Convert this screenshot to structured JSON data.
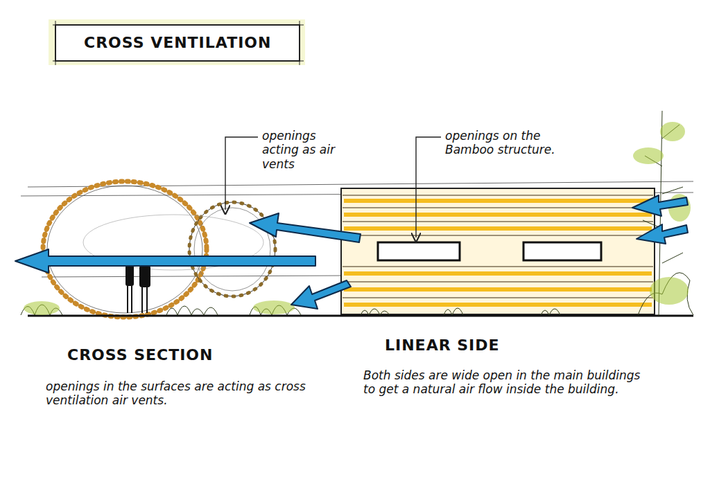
{
  "diagram": {
    "title": "CROSS VENTILATION",
    "labels": [
      "openings acting as air vents",
      "openings on the Bamboo structure.",
      "CROSS SECTION",
      "openings in the surfaces are acting as cross ventilation air vents.",
      "LINEAR SIDE",
      "Both sides are wide open in the main buildings to get a natural air flow inside the building."
    ]
  }
}
